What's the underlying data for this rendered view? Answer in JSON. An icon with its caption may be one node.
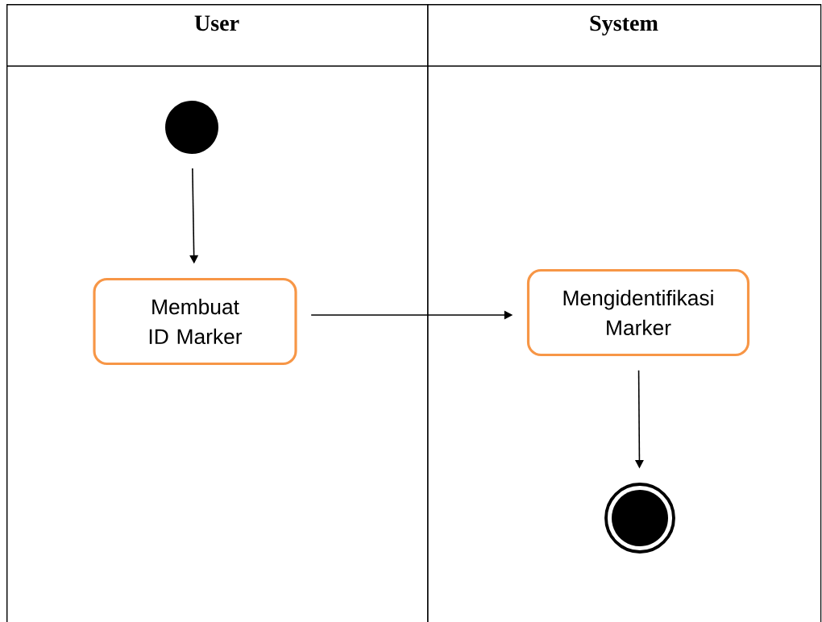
{
  "diagram": {
    "nodes": [
      {
        "text": [
          "User"
        ]
      },
      {
        "text": [
          "System"
        ]
      },
      {
        "text": [],
        "shape": "circle",
        "in": 0
      },
      {
        "text": [
          "Membuat ID Marker"
        ],
        "in": 0
      },
      {
        "text": [
          "Mengidentifikasi Marker"
        ],
        "in": 1
      },
      {
        "text": [],
        "shape": "circle",
        "in": 1
      }
    ],
    "edges": [
      {
        "from": 2,
        "to": 3,
        "arrow": "to"
      },
      {
        "from": 3,
        "to": 4,
        "arrow": "to"
      },
      {
        "from": 4,
        "to": 5,
        "arrow": "to"
      }
    ]
  }
}
